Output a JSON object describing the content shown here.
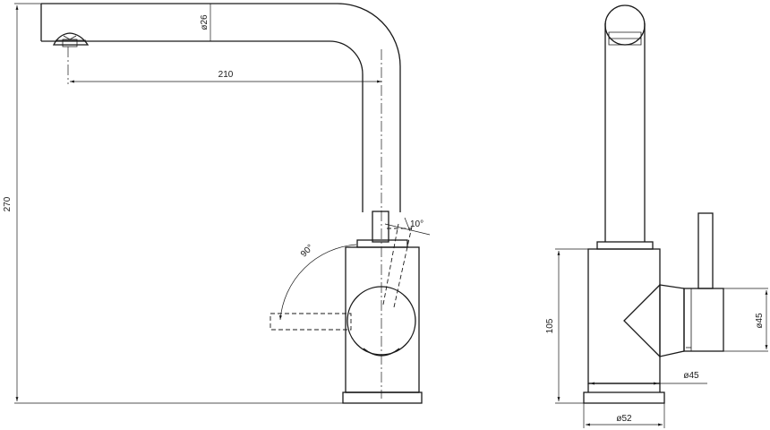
{
  "dimensions": {
    "total_height": "270",
    "spout_reach": "210",
    "spout_diameter": "ø26",
    "base_height": "105",
    "handle_diameter": "ø45",
    "body_diameter": "ø45",
    "base_diameter": "ø52"
  },
  "angles": {
    "lever_rotation": "90°",
    "lever_tilt": "10°"
  },
  "colors": {
    "line": "#1a1a1a",
    "background": "#ffffff"
  }
}
